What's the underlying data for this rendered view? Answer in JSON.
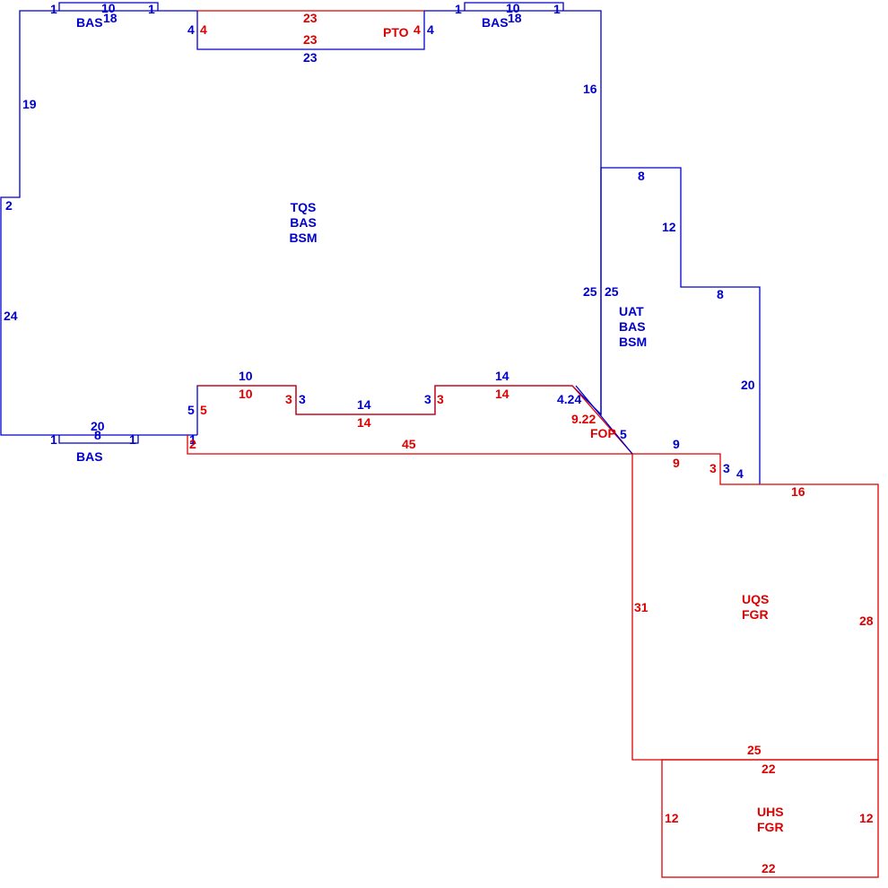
{
  "colors": {
    "main": "#0000cc",
    "accent": "#dd0000"
  },
  "areas": {
    "main": [
      "TQS",
      "BAS",
      "BSM"
    ],
    "upper_right": [
      "UAT",
      "BAS",
      "BSM"
    ],
    "garage": [
      "UQS",
      "FGR"
    ],
    "garage_lower": [
      "UHS",
      "FGR"
    ],
    "porch": "PTO",
    "front_porch": "FOP",
    "bay_top_left": "BAS",
    "bay_top_right": "BAS",
    "bay_bottom": "BAS"
  },
  "dims": {
    "main_top_left_1a": "1",
    "main_top_left_10": "10",
    "main_top_left_1b": "1",
    "main_top_left_18": "18",
    "pto_left_blue": "4",
    "pto_left_red": "4",
    "pto_top_23": "23",
    "pto_inner_23": "23",
    "pto_bottom_23": "23",
    "pto_right_red": "4",
    "pto_right_blue": "4",
    "top_right_1a": "1",
    "top_right_10": "10",
    "top_right_1b": "1",
    "top_right_18": "18",
    "right_16": "16",
    "left_19": "19",
    "left_2": "2",
    "left_24": "24",
    "uat_top_8": "8",
    "uat_12": "12",
    "uat_8b": "8",
    "uat_20": "20",
    "uat_left_25a": "25",
    "uat_left_25b": "25",
    "step_10_blue": "10",
    "step_10_red": "10",
    "step_5_blue": "5",
    "step_5_red": "5",
    "step_3a_red": "3",
    "step_3a_blue": "3",
    "step_14_blue": "14",
    "step_14_red": "14",
    "step_3b_blue": "3",
    "step_3b_red": "3",
    "step_14b_blue": "14",
    "step_14b_red": "14",
    "diag_424": "4.24",
    "diag_922": "9.22",
    "fop_5": "5",
    "bottom_20": "20",
    "bottom_8": "8",
    "bottom_1a": "1",
    "bottom_1b": "1",
    "porch_1_blue": "1",
    "porch_2_red": "2",
    "porch_45": "45",
    "seg_9_blue": "9",
    "seg_9_red": "9",
    "seg_3_red": "3",
    "seg_3_blue": "3",
    "seg_4": "4",
    "gar_16": "16",
    "gar_31": "31",
    "gar_28": "28",
    "gar_25": "25",
    "gar2_22_top": "22",
    "gar2_12_left": "12",
    "gar2_12_right": "12",
    "gar2_22_bottom": "22"
  }
}
